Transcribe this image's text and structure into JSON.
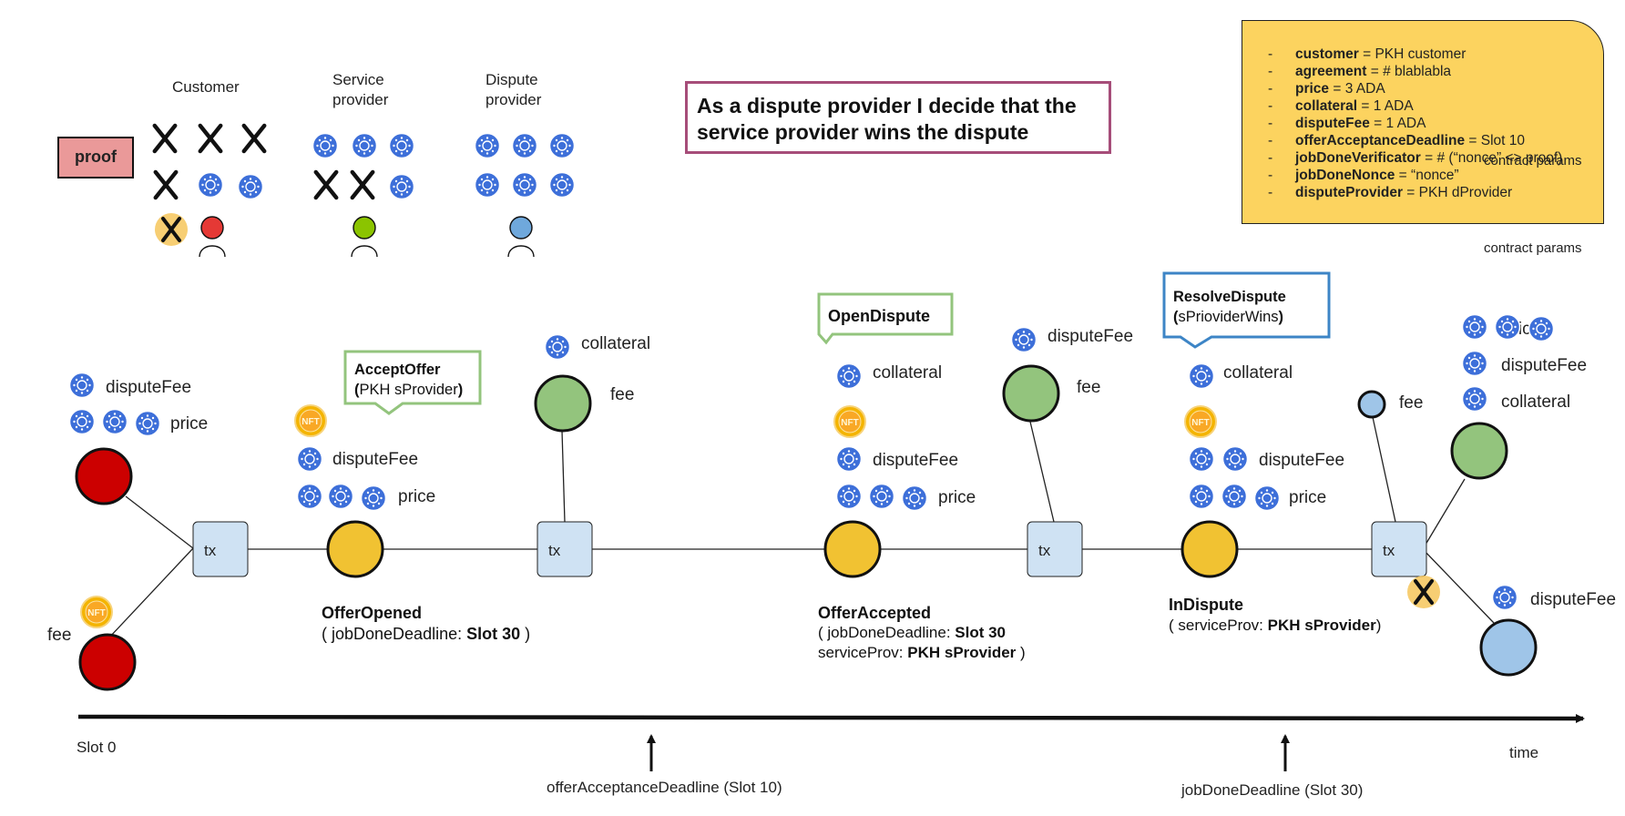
{
  "decision_text": "As a dispute provider I decide that the service provider wins the dispute",
  "proof_label": "proof",
  "parties": {
    "customer": "Customer",
    "service_provider_line1": "Service",
    "service_provider_line2": "provider",
    "dispute_provider_line1": "Dispute",
    "dispute_provider_line2": "provider"
  },
  "contract_params": {
    "items": [
      {
        "key": "customer",
        "value": " = PKH customer"
      },
      {
        "key": "agreement",
        "value": " =  # blablabla"
      },
      {
        "key": "price",
        "value": " = 3 ADA"
      },
      {
        "key": "collateral",
        "value": " = 1 ADA"
      },
      {
        "key": "disputeFee",
        "value": " = 1 ADA"
      },
      {
        "key": "offerAcceptanceDeadline",
        "value": " = Slot 10"
      },
      {
        "key": "jobDoneVerificator",
        "value": " = # (“nonce” <> proof)"
      },
      {
        "key": "jobDoneNonce",
        "value": " = “nonce”"
      },
      {
        "key": "disputeProvider",
        "value": " = PKH dProvider"
      }
    ],
    "inner_label": "contract params",
    "caption": "contract params"
  },
  "labels": {
    "disputeFee": "disputeFee",
    "price": "price",
    "fee": "fee",
    "collateral": "collateral",
    "tx": "tx",
    "nft": "NFT"
  },
  "actions": {
    "accept_offer_title": "AcceptOffer",
    "accept_offer_arg_open": "(",
    "accept_offer_arg": "PKH sProvider",
    "accept_offer_arg_close": ")",
    "open_dispute": "OpenDispute",
    "resolve_title": "ResolveDispute",
    "resolve_arg_open": "(",
    "resolve_arg": "sPrioviderWins",
    "resolve_arg_close": ")"
  },
  "states": {
    "offer_opened": {
      "name": "OfferOpened",
      "line1_prefix": "( jobDoneDeadline: ",
      "line1_value": "Slot 30",
      "line1_suffix": " )"
    },
    "offer_accepted": {
      "name": "OfferAccepted",
      "line1_prefix": "( jobDoneDeadline: ",
      "line1_value": "Slot 30",
      "line2_prefix": "serviceProv: ",
      "line2_value": "PKH sProvider",
      "line2_suffix": " )"
    },
    "in_dispute": {
      "name": "InDispute",
      "line1_prefix": "( serviceProv: ",
      "line1_value": "PKH sProvider",
      "line1_suffix": ")"
    }
  },
  "timeline": {
    "start": "Slot 0",
    "end": "time",
    "deadline1": "offerAcceptanceDeadline (Slot 10)",
    "deadline2": "jobDoneDeadline (Slot 30)"
  },
  "colors": {
    "customer": "#cc0000",
    "service_provider": "#93c47d",
    "dispute_provider": "#9fc5e8",
    "contract": "#f1c232",
    "tx": "#cfe2f3",
    "coin": "#3d6fd9",
    "nft": "#f4b400",
    "params": "#fcd35f",
    "proof": "#ea9999",
    "decision_border": "#a64d79",
    "bubble_green": "#93c47d",
    "bubble_blue": "#3d85c6"
  }
}
